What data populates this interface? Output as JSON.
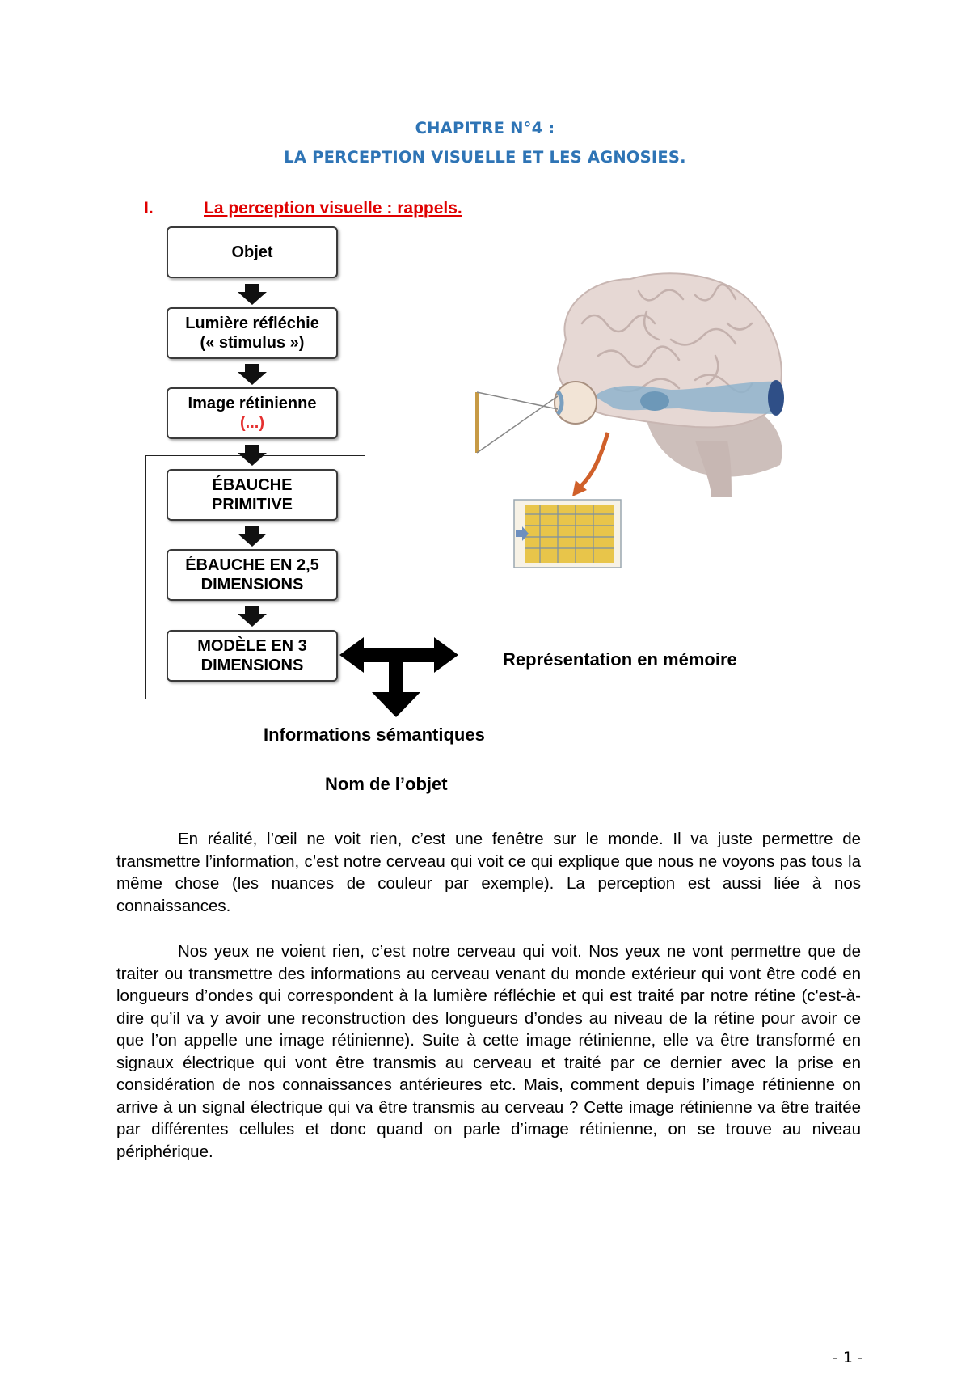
{
  "header": {
    "line1": "CHAPITRE N°4 :",
    "line2": "LA PERCEPTION VISUELLE ET LES AGNOSIES."
  },
  "section": {
    "number": "I.",
    "title": "La perception visuelle : rappels."
  },
  "diagram": {
    "boxes": {
      "objet": "Objet",
      "lumiere_1": "Lumière réfléchie",
      "lumiere_2": "(« stimulus »)",
      "image_1": "Image rétinienne",
      "image_2": "(...)",
      "ebauche_1": "ÉBAUCHE",
      "ebauche_2": "PRIMITIVE",
      "ebauche25_1": "ÉBAUCHE EN 2,5",
      "ebauche25_2": "DIMENSIONS",
      "modele_1": "MODÈLE EN 3",
      "modele_2": "DIMENSIONS"
    },
    "representation": "Représentation en mémoire",
    "semantique": "Informations sémantiques",
    "nom": "Nom de l’objet",
    "colors": {
      "red_text": "#e53030",
      "title_blue": "#2e74b5",
      "section_red": "#e00000"
    }
  },
  "body": {
    "paragraph1": "En réalité, l’œil ne voit rien, c’est une fenêtre sur le monde. Il va juste permettre de transmettre l’information, c’est notre cerveau qui voit ce qui explique que nous ne voyons pas tous la même chose (les nuances de couleur par exemple). La perception est aussi liée à nos connaissances.",
    "paragraph2": "Nos yeux ne voient rien, c’est notre cerveau qui voit. Nos yeux ne vont permettre que de traiter ou transmettre des informations au cerveau venant du monde extérieur qui vont être codé en longueurs d’ondes qui correspondent à la lumière réfléchie et qui est traité par notre rétine (c'est-à-dire qu’il va y avoir une reconstruction des longueurs d’ondes au niveau de la rétine pour avoir ce que l’on appelle une image rétinienne). Suite à cette image rétinienne, elle va être transformé en signaux électrique qui vont être transmis au cerveau et traité par ce dernier avec la prise en considération de nos connaissances antérieures etc. Mais, comment depuis l’image rétinienne on arrive à un signal électrique qui va être transmis au cerveau ? Cette image rétinienne va être traitée par différentes cellules et donc quand on parle d’image rétinienne, on se trouve au niveau périphérique."
  },
  "footer": {
    "page_number": "- 1 -"
  }
}
